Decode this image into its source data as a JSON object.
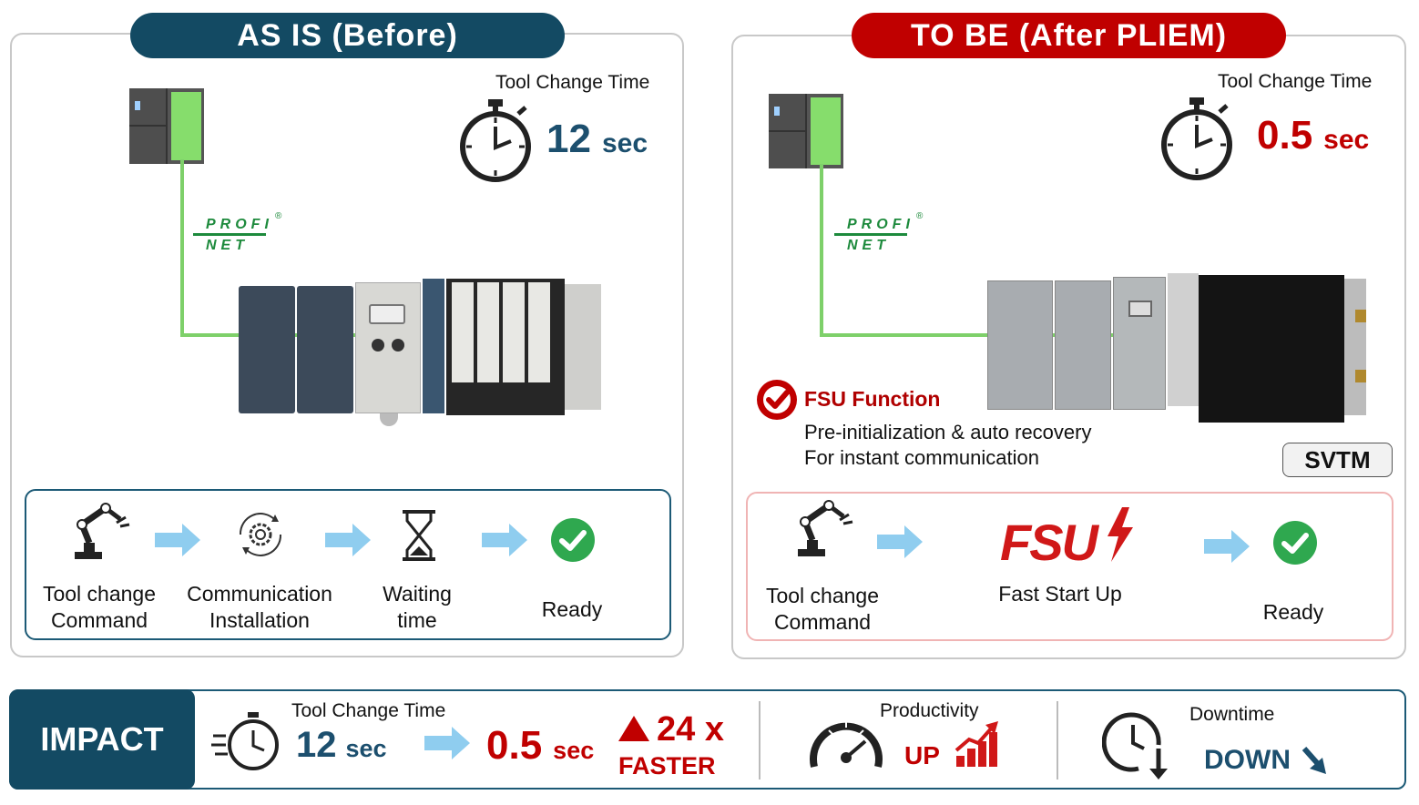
{
  "before": {
    "title": "AS IS (Before)",
    "tct_label": "Tool Change Time",
    "tct_value": "12",
    "tct_unit": "sec",
    "steps": [
      {
        "label": "Tool change\nCommand",
        "icon": "robot-arm-icon"
      },
      {
        "label": "Communication\nInstallation",
        "icon": "gear-refresh-icon"
      },
      {
        "label": "Waiting\ntime",
        "icon": "hourglass-icon"
      },
      {
        "label": "Ready",
        "icon": "check-circle-icon"
      }
    ]
  },
  "after": {
    "title": "TO BE (After PLIEM)",
    "tct_label": "Tool Change Time",
    "tct_value": "0.5",
    "tct_unit": "sec",
    "fsu_title": "FSU Function",
    "fsu_desc1": "Pre-initialization & auto recovery",
    "fsu_desc2": "For instant communication",
    "svtm": "SVTM",
    "fsu_logo": "FSU",
    "steps": [
      {
        "label": "Tool change\nCommand",
        "icon": "robot-arm-icon"
      },
      {
        "label": "Fast Start Up",
        "icon": "fsu-logo"
      },
      {
        "label": "Ready",
        "icon": "check-circle-icon"
      }
    ]
  },
  "profinet": {
    "line1": "PROFI",
    "line2": "NET",
    "mark": "®"
  },
  "impact": {
    "label": "IMPACT",
    "tct_label": "Tool Change Time",
    "from_value": "12",
    "from_unit": "sec",
    "to_value": "0.5",
    "to_unit": "sec",
    "factor": "24 x",
    "faster": "FASTER",
    "productivity_label": "Productivity",
    "productivity_value": "UP",
    "downtime_label": "Downtime",
    "downtime_value": "DOWN"
  },
  "colors": {
    "navy": "#134a63",
    "red": "#c00000",
    "green": "#7ed06a",
    "teal": "#1c5a76",
    "arrow": "#8fcdef"
  }
}
